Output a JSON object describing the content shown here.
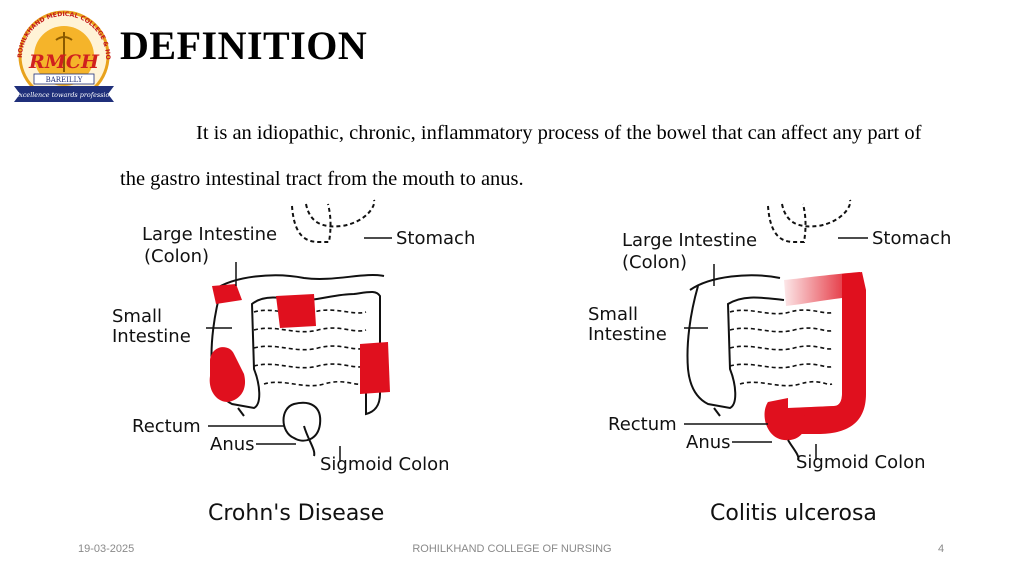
{
  "logo": {
    "arc_text": "ROHILKHAND MEDICAL COLLEGE & HOSPITAL",
    "mark": "RMCH",
    "city": "BAREILLY",
    "tagline": "Excellence towards profession",
    "colors": {
      "ring": "#e8a21c",
      "red": "#d0201e",
      "navy": "#1f2f7a"
    }
  },
  "title": "DEFINITION",
  "paragraph": "It is an idiopathic, chronic, inflammatory process of the bowel that can affect any part of the gastro intestinal tract from the mouth to anus.",
  "diagram": {
    "left": {
      "labels": {
        "large_intestine": "Large Intestine",
        "colon": "(Colon)",
        "stomach": "Stomach",
        "small": "Small",
        "intestine": "Intestine",
        "rectum": "Rectum",
        "anus": "Anus",
        "sigmoid": "Sigmoid Colon"
      },
      "caption": "Crohn's Disease"
    },
    "right": {
      "labels": {
        "large_intestine": "Large Intestine",
        "colon": "(Colon)",
        "stomach": "Stomach",
        "small": "Small",
        "intestine": "Intestine",
        "rectum": "Rectum",
        "anus": "Anus",
        "sigmoid": "Sigmoid Colon"
      },
      "caption": "Colitis ulcerosa"
    },
    "colors": {
      "inflamed": "#e0101e",
      "outline": "#111111"
    }
  },
  "footer": {
    "date": "19-03-2025",
    "center": "ROHILKHAND COLLEGE OF NURSING",
    "page": "4"
  }
}
